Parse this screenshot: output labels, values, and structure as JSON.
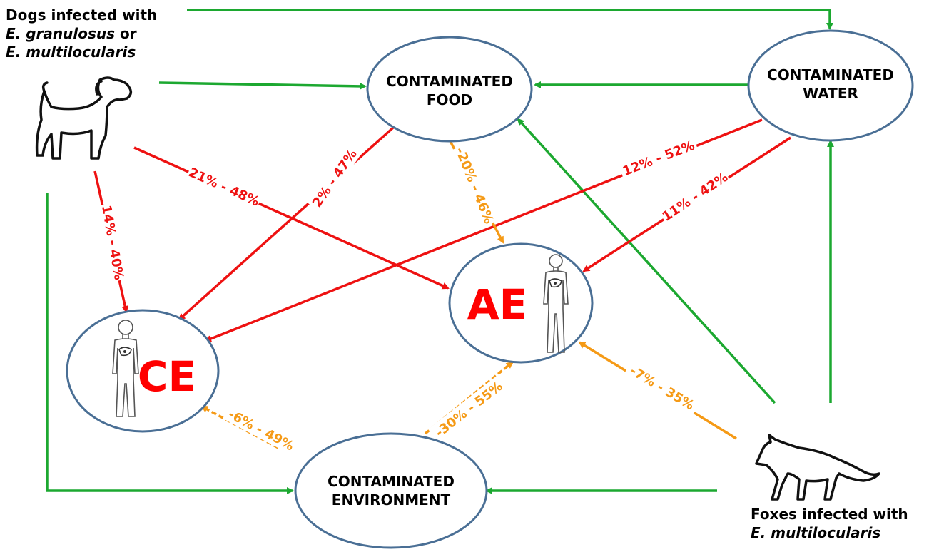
{
  "colors": {
    "red": "#ee1111",
    "orange": "#f59a16",
    "green": "#1ca830",
    "ellipse_stroke": "#4a6f95",
    "text": "#000000"
  },
  "sources": {
    "dogs": {
      "line1": "Dogs infected with",
      "line2_italic": "E. granulosus",
      "line2_rest": " or",
      "line3_italic": "E. multilocularis",
      "icon": "dog-icon"
    },
    "foxes": {
      "line1": "Foxes infected with",
      "line2_italic": "E. multilocularis",
      "icon": "fox-icon"
    }
  },
  "nodes": {
    "food": {
      "line1": "CONTAMINATED",
      "line2": "FOOD"
    },
    "water": {
      "line1": "CONTAMINATED",
      "line2": "WATER"
    },
    "environment": {
      "line1": "CONTAMINATED",
      "line2": "ENVIRONMENT"
    },
    "ce": {
      "label": "CE",
      "icon": "human-liver-icon"
    },
    "ae": {
      "label": "AE",
      "icon": "human-liver-icon"
    }
  },
  "edges": {
    "dog_ce": "14% - 40%",
    "dog_ae": "21% - 48%",
    "food_ce": "2% - 47%",
    "food_ae": "-20% - 46%",
    "water_ce": "12% - 52%",
    "water_ae": "11% - 42%",
    "env_ce": "-6% - 49%",
    "env_ae": "-30% - 55%",
    "fox_ae": "-7% - 35%"
  }
}
